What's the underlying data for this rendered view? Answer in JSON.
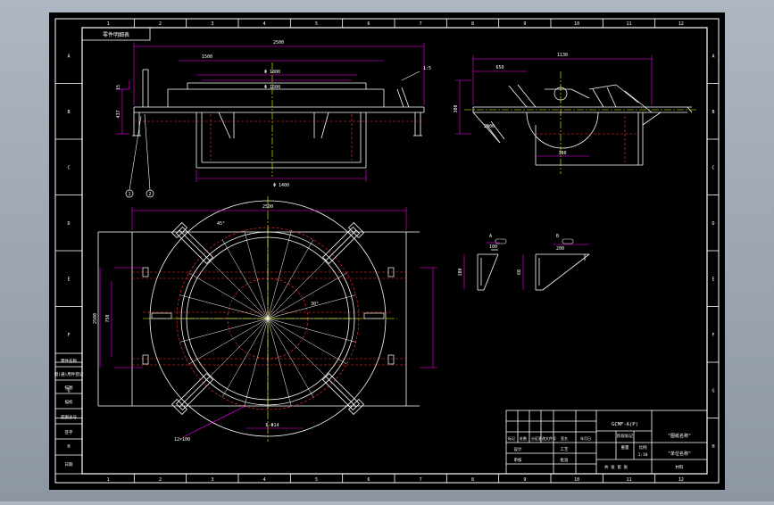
{
  "app": {
    "background_color": "#9aa3ae",
    "paper_color": "#000000",
    "line_color": "#ffffff",
    "accent_color": "#ffff00",
    "dim_color": "#ff00ff",
    "hidden_color": "#ff3333"
  },
  "border": {
    "col_numbers": [
      "1",
      "2",
      "3",
      "4",
      "5",
      "6",
      "7",
      "8",
      "9",
      "10",
      "11",
      "12"
    ],
    "row_letters": [
      "A",
      "B",
      "C",
      "D",
      "E",
      "F",
      "G",
      "H"
    ]
  },
  "drawing": {
    "corner_label": "零件明细表",
    "front_view": {
      "overall_width": "2500",
      "top_length": "1500",
      "inner_dim_1": "Φ 1800",
      "inner_dim_2": "Φ 1600",
      "bottom_dia": "Φ 1400",
      "height": "437",
      "small_h": "15",
      "slope": "1:5",
      "leader_1": "1",
      "leader_2": "2"
    },
    "side_view": {
      "width": "1130",
      "sub_width": "650",
      "height": "300",
      "depth": "2000",
      "bottom": "380"
    },
    "plan_view": {
      "overall": "2500",
      "height": "2500",
      "dim_r": "750",
      "angle_1": "45°",
      "angle_2": "30°",
      "dim_bl": "12×100",
      "center_note": "6-Φ14"
    },
    "details": {
      "d1_label": "A",
      "d1_width": "100",
      "d1_height": "100",
      "d2_label": "B",
      "d2_width": "200",
      "d2_height": "60"
    }
  },
  "left_strip": {
    "labels": [
      "零件名称",
      "借(通)用件登记",
      "描图",
      "描校",
      "底图总号",
      "签字",
      "日期"
    ]
  },
  "title_block": {
    "drawing_no": "GCMF-A(P)",
    "part_name": "\"图纸名称\"",
    "company": "\"单位名称\"",
    "scale_label": "比例",
    "scale_value": "1:10",
    "weight_label": "重量",
    "sheet_label": "共 张 第 张",
    "headers": [
      "标记",
      "处数",
      "分区",
      "更改文件号",
      "签名",
      "年月日"
    ],
    "roles": [
      "设计",
      "审核",
      "工艺",
      "批准"
    ],
    "stage_label": "阶段标记",
    "material": "材料"
  }
}
